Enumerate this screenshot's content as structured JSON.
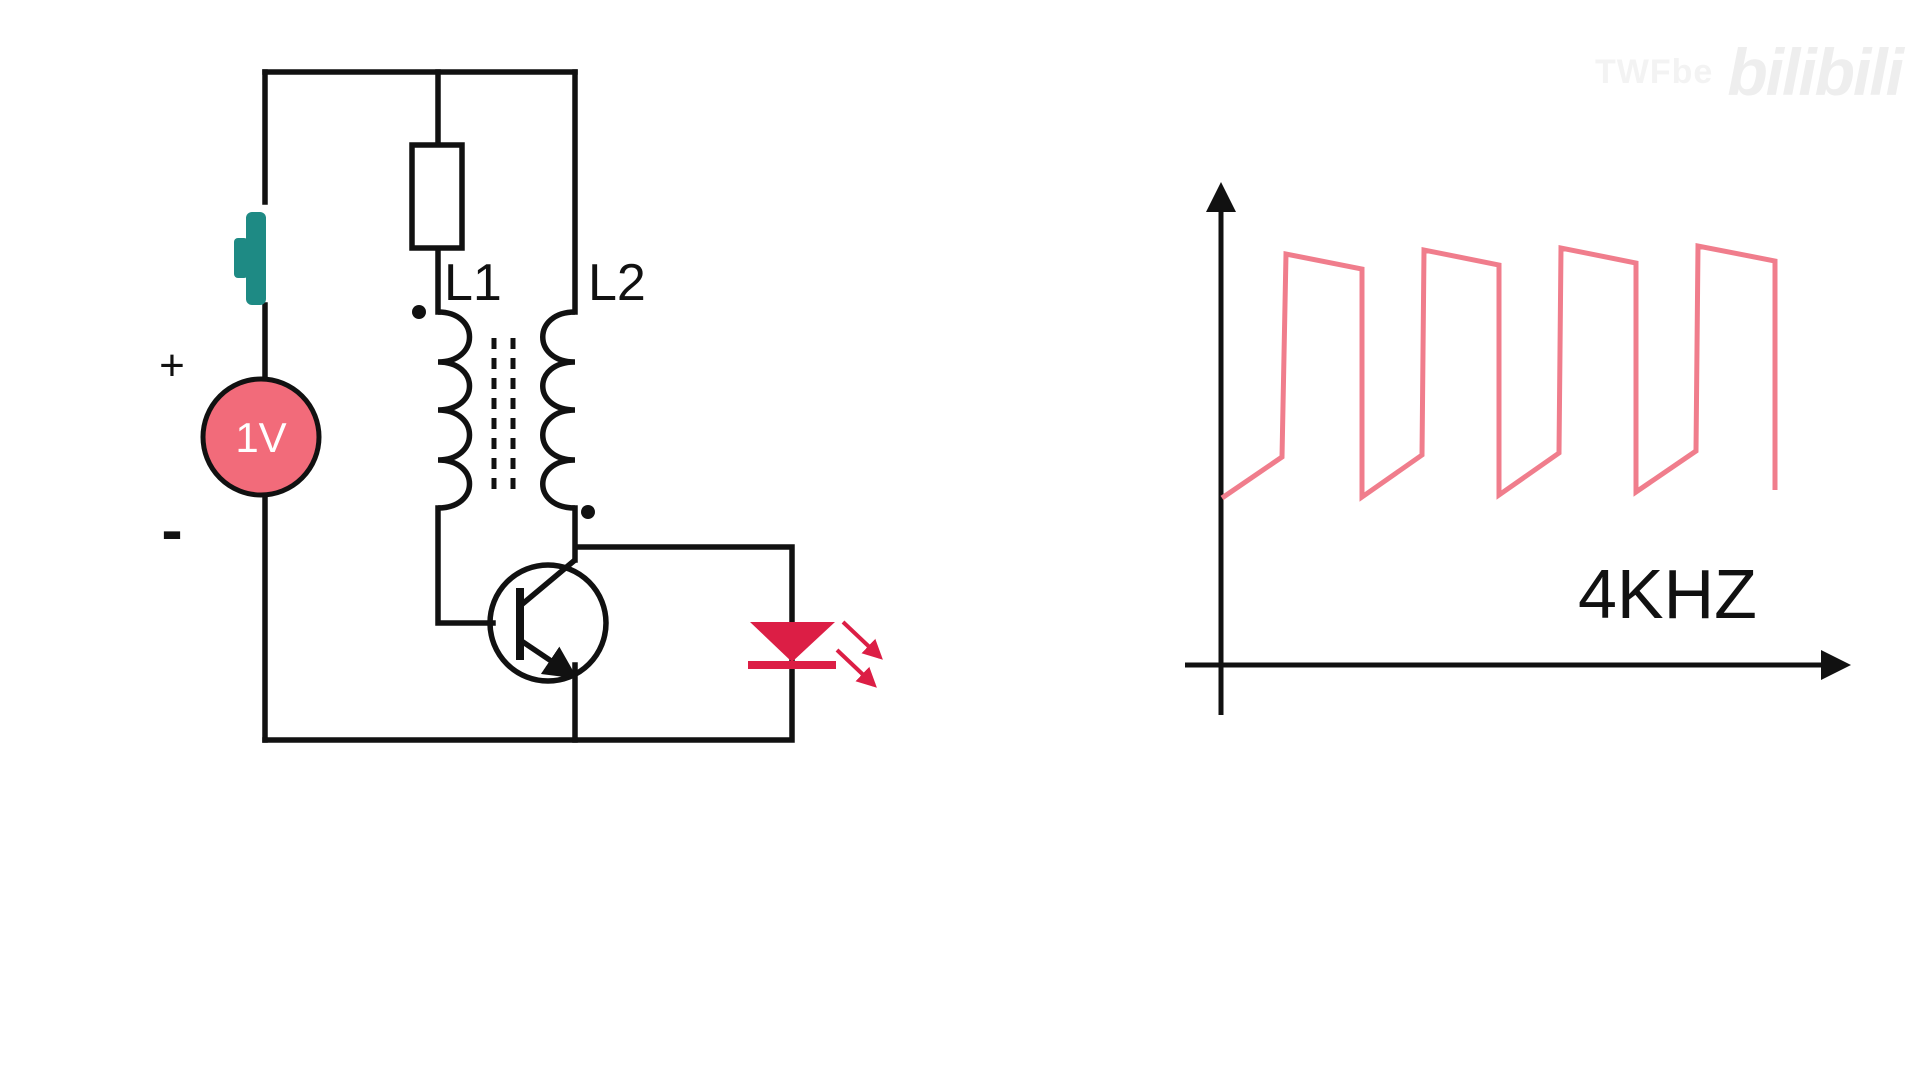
{
  "watermark": {
    "user": "TWFbe",
    "logo": "bilibili"
  },
  "circuit": {
    "source_label": "1V",
    "plus_label": "+",
    "minus_label": "-",
    "coil1_label": "L1",
    "coil2_label": "L2",
    "colors": {
      "wire": "#111111",
      "source_fill": "#f26b7a",
      "switch": "#1e8a84",
      "led": "#dc1e45"
    },
    "icons": [
      "battery-source-icon",
      "push-switch-icon",
      "resistor-icon",
      "inductor-icon",
      "transistor-icon",
      "led-icon"
    ]
  },
  "waveform": {
    "freq_label": "4KHZ",
    "color": "#f07d8c"
  }
}
